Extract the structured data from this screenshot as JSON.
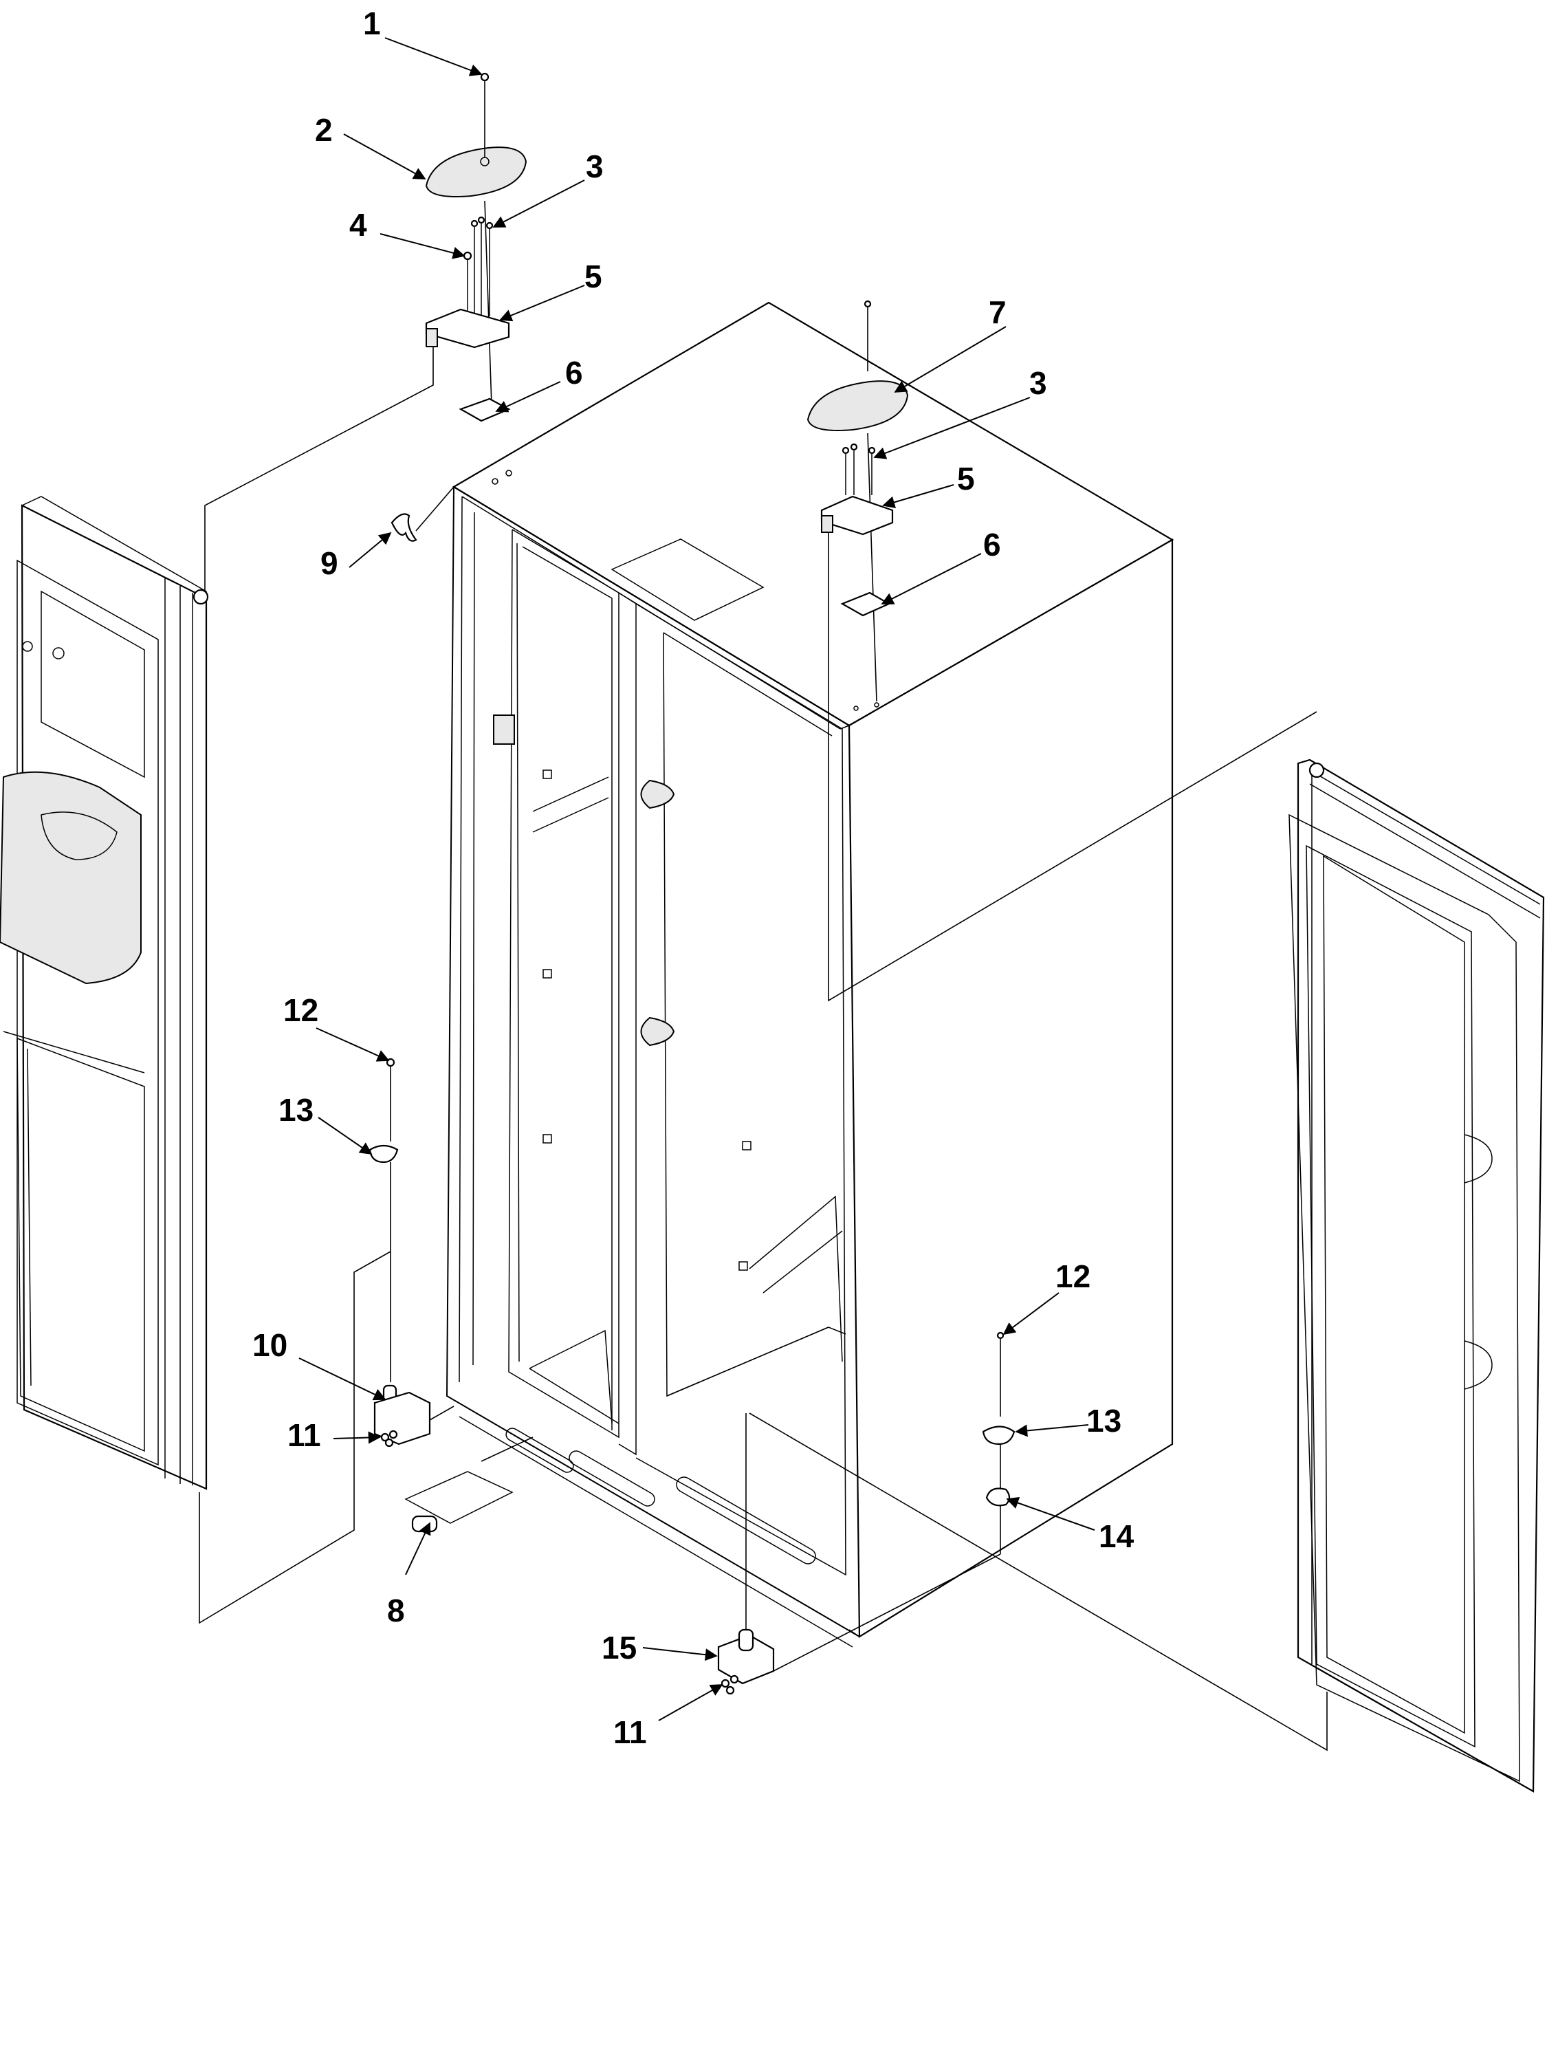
{
  "diagram": {
    "type": "exploded parts diagram",
    "callouts": [
      {
        "id": "c1",
        "label": "1"
      },
      {
        "id": "c2",
        "label": "2"
      },
      {
        "id": "c3a",
        "label": "3"
      },
      {
        "id": "c4",
        "label": "4"
      },
      {
        "id": "c5a",
        "label": "5"
      },
      {
        "id": "c6a",
        "label": "6"
      },
      {
        "id": "c7",
        "label": "7"
      },
      {
        "id": "c3b",
        "label": "3"
      },
      {
        "id": "c5b",
        "label": "5"
      },
      {
        "id": "c6b",
        "label": "6"
      },
      {
        "id": "c9",
        "label": "9"
      },
      {
        "id": "c12a",
        "label": "12"
      },
      {
        "id": "c13a",
        "label": "13"
      },
      {
        "id": "c10",
        "label": "10"
      },
      {
        "id": "c11a",
        "label": "11"
      },
      {
        "id": "c8",
        "label": "8"
      },
      {
        "id": "c12b",
        "label": "12"
      },
      {
        "id": "c13b",
        "label": "13"
      },
      {
        "id": "c14",
        "label": "14"
      },
      {
        "id": "c15",
        "label": "15"
      },
      {
        "id": "c11b",
        "label": "11"
      }
    ]
  }
}
